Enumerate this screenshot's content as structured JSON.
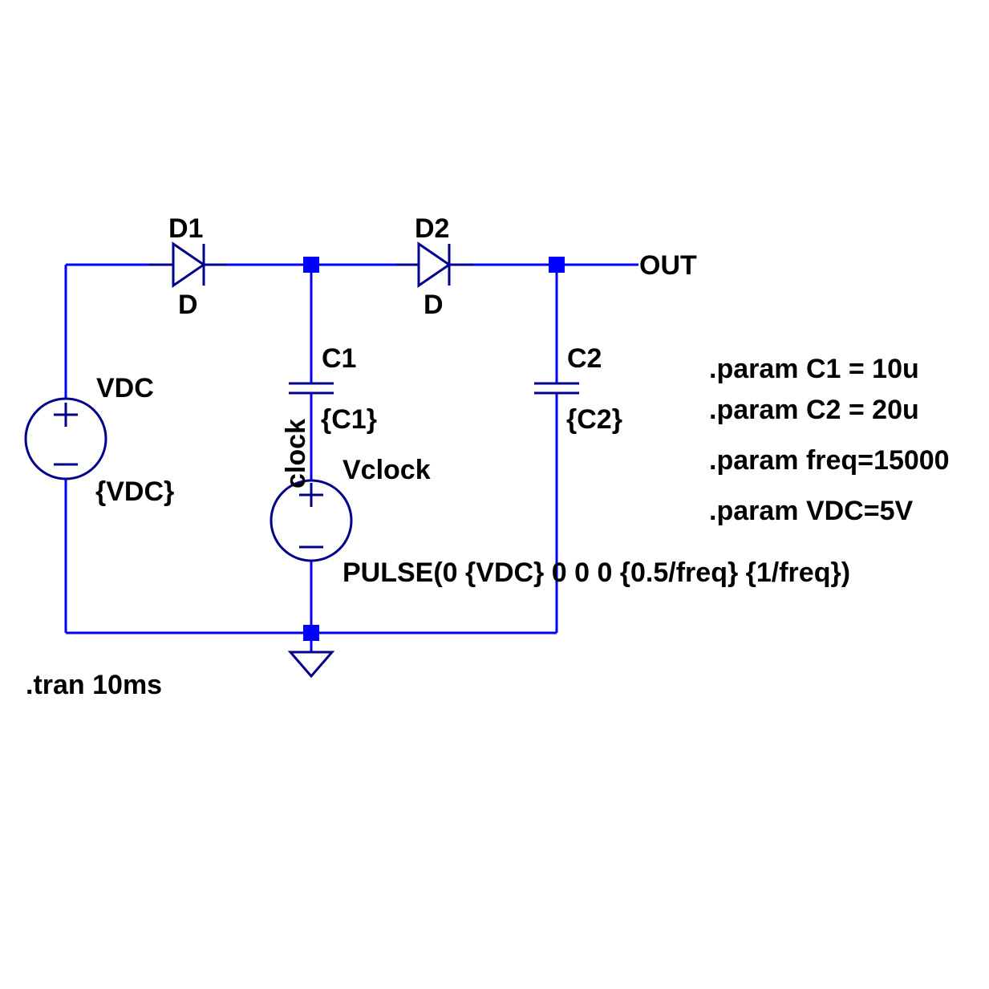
{
  "colors": {
    "wire": "#0000ff",
    "symbol": "#00008b",
    "text": "#000000",
    "background": "#ffffff"
  },
  "components": {
    "d1": {
      "name": "D1",
      "model": "D"
    },
    "d2": {
      "name": "D2",
      "model": "D"
    },
    "c1": {
      "name": "C1",
      "value": "{C1}"
    },
    "c2": {
      "name": "C2",
      "value": "{C2}"
    },
    "vdc": {
      "name": "VDC",
      "value": "{VDC}"
    },
    "vclock": {
      "name": "Vclock",
      "value": "PULSE(0 {VDC} 0 0 0 {0.5/freq} {1/freq})"
    }
  },
  "net_labels": {
    "out": "OUT",
    "clock": "clock"
  },
  "directives": {
    "tran": ".tran 10ms",
    "params": [
      ".param C1 = 10u",
      ".param C2 = 20u",
      ".param freq=15000",
      ".param VDC=5V"
    ]
  },
  "icons": {
    "source_plus": "plus-sign",
    "source_minus": "minus-sign",
    "ground": "ground-triangle",
    "diode": "diode-symbol",
    "capacitor": "capacitor-symbol"
  }
}
